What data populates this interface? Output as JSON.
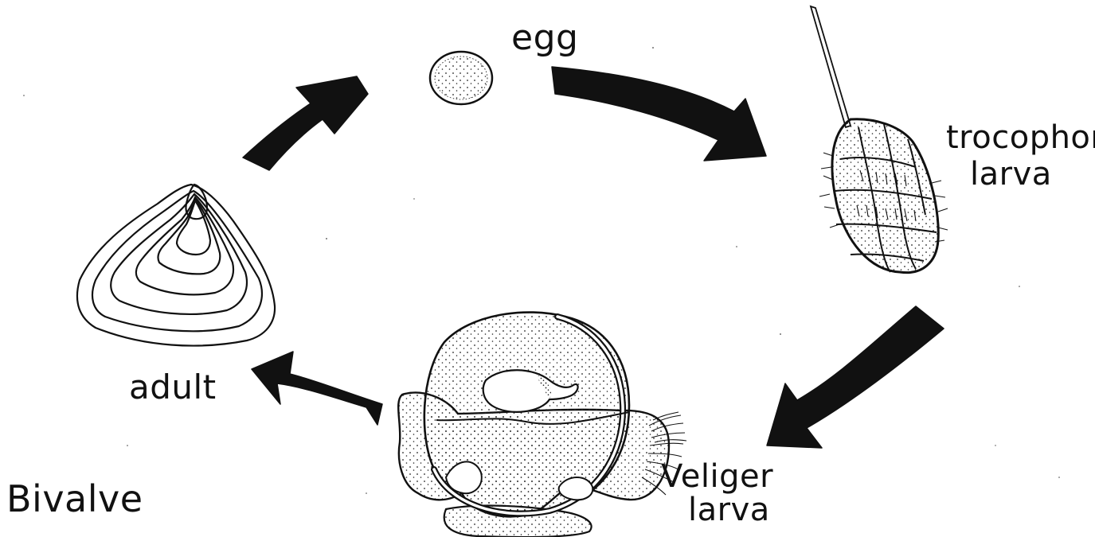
{
  "diagram": {
    "title": "Bivalve",
    "stages": [
      {
        "id": "egg",
        "label": "egg"
      },
      {
        "id": "trocophore",
        "label_line1": "trocophore",
        "label_line2": "larva"
      },
      {
        "id": "veliger",
        "label_line1": "Veliger",
        "label_line2": "larva"
      },
      {
        "id": "adult",
        "label": "adult"
      }
    ],
    "cycle_order": [
      "adult",
      "egg",
      "trocophore",
      "veliger",
      "adult"
    ],
    "colors": {
      "ink": "#111111",
      "background": "#ffffff"
    }
  }
}
